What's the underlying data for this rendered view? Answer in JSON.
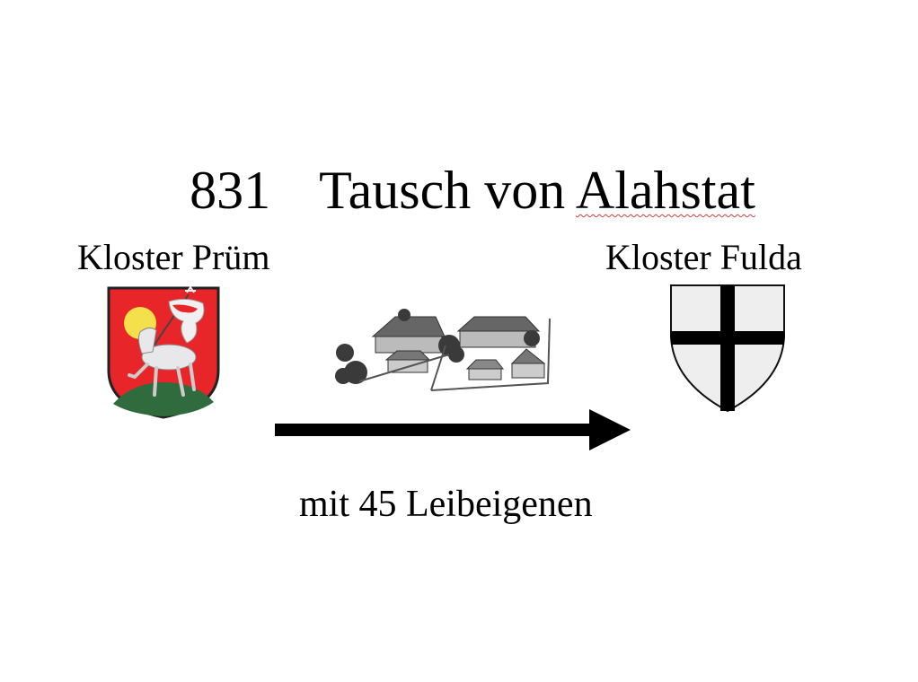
{
  "title": {
    "year": "831",
    "text_prefix": "Tausch von ",
    "text_place": "Alahstat"
  },
  "source": {
    "label": "Kloster Prüm",
    "icon": "coat-of-arms-lamb-of-god-icon",
    "colors": {
      "field": "#e8262a",
      "halo": "#f3e04a",
      "lamb": "#e8e8ea",
      "mound": "#2f6b3d"
    }
  },
  "target": {
    "label": "Kloster Fulda",
    "icon": "coat-of-arms-black-cross-icon",
    "colors": {
      "field": "#eeeeee",
      "cross": "#000000"
    }
  },
  "transferred_object": {
    "icon": "village-settlement-illustration-icon"
  },
  "arrow": {
    "direction": "left-to-right",
    "color": "#000000",
    "caption": "mit 45 Leibeigenen"
  }
}
